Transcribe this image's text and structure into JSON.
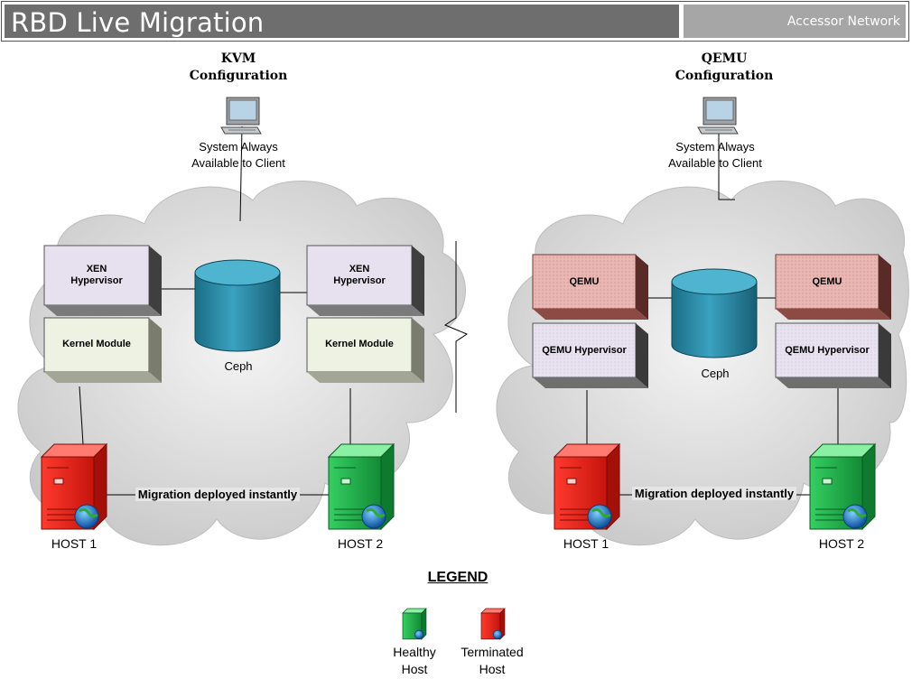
{
  "header": {
    "title": "RBD Live Migration",
    "subtitle": "Accessor Network"
  },
  "left": {
    "config": {
      "line1": "KVM",
      "line2": "Configuration"
    },
    "client": {
      "line1": "System Always",
      "line2": "Available to Client"
    },
    "upper_box_1": {
      "line1": "XEN",
      "line2": "Hypervisor"
    },
    "upper_box_2": {
      "line1": "XEN",
      "line2": "Hypervisor"
    },
    "lower_box_1": "Kernel Module",
    "lower_box_2": "Kernel Module",
    "storage": "Ceph",
    "host_1": "HOST 1",
    "host_2": "HOST 2",
    "migration": "Migration deployed instantly"
  },
  "right": {
    "config": {
      "line1": "QEMU",
      "line2": "Configuration"
    },
    "client": {
      "line1": "System Always",
      "line2": "Available to Client"
    },
    "upper_box_1": "QEMU",
    "upper_box_2": "QEMU",
    "lower_box_1": "QEMU Hypervisor",
    "lower_box_2": "QEMU Hypervisor",
    "storage": "Ceph",
    "host_1": "HOST 1",
    "host_2": "HOST 2",
    "migration": "Migration deployed instantly"
  },
  "legend": {
    "title": "LEGEND",
    "healthy": {
      "line1": "Healthy",
      "line2": "Host"
    },
    "terminated": {
      "line1": "Terminated",
      "line2": "Host"
    }
  },
  "colors": {
    "healthy_host": "#1fa84a",
    "terminated_host": "#e0251b",
    "storage": "#2b8aa6",
    "cloud": "#d9d9d9",
    "qemu_box": "#e8b7b3",
    "hypervisor_box": "#e6e0ef",
    "kernel_box": "#eef2e2"
  }
}
